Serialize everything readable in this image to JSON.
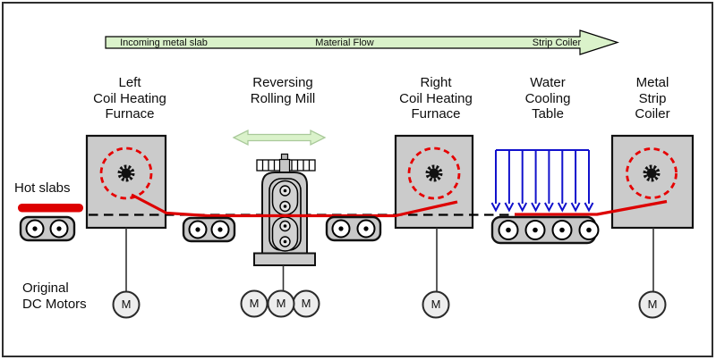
{
  "flow_banner": {
    "incoming": "Incoming metal slab",
    "center": "Material Flow",
    "end": "Strip Coiler"
  },
  "stations": {
    "left_furnace": [
      "Left",
      "Coil Heating",
      "Furnace"
    ],
    "rolling_mill": [
      "Reversing",
      "Rolling Mill"
    ],
    "right_furnace": [
      "Right",
      "Coil Heating",
      "Furnace"
    ],
    "cooling_table": [
      "Water",
      "Cooling",
      "Table"
    ],
    "strip_coiler": [
      "Metal",
      "Strip",
      "Coiler"
    ]
  },
  "annotations": {
    "hot_slabs": "Hot slabs",
    "dc_motors": [
      "Original",
      "DC Motors"
    ]
  },
  "motor_label": "M",
  "colors": {
    "strip_red": "#dd0000",
    "coil_red": "#e60000",
    "water_blue": "#1111cc",
    "flow_green": "#daf2ca",
    "equipment_gray": "#cbcbcb",
    "motor_fill": "#ededed"
  }
}
